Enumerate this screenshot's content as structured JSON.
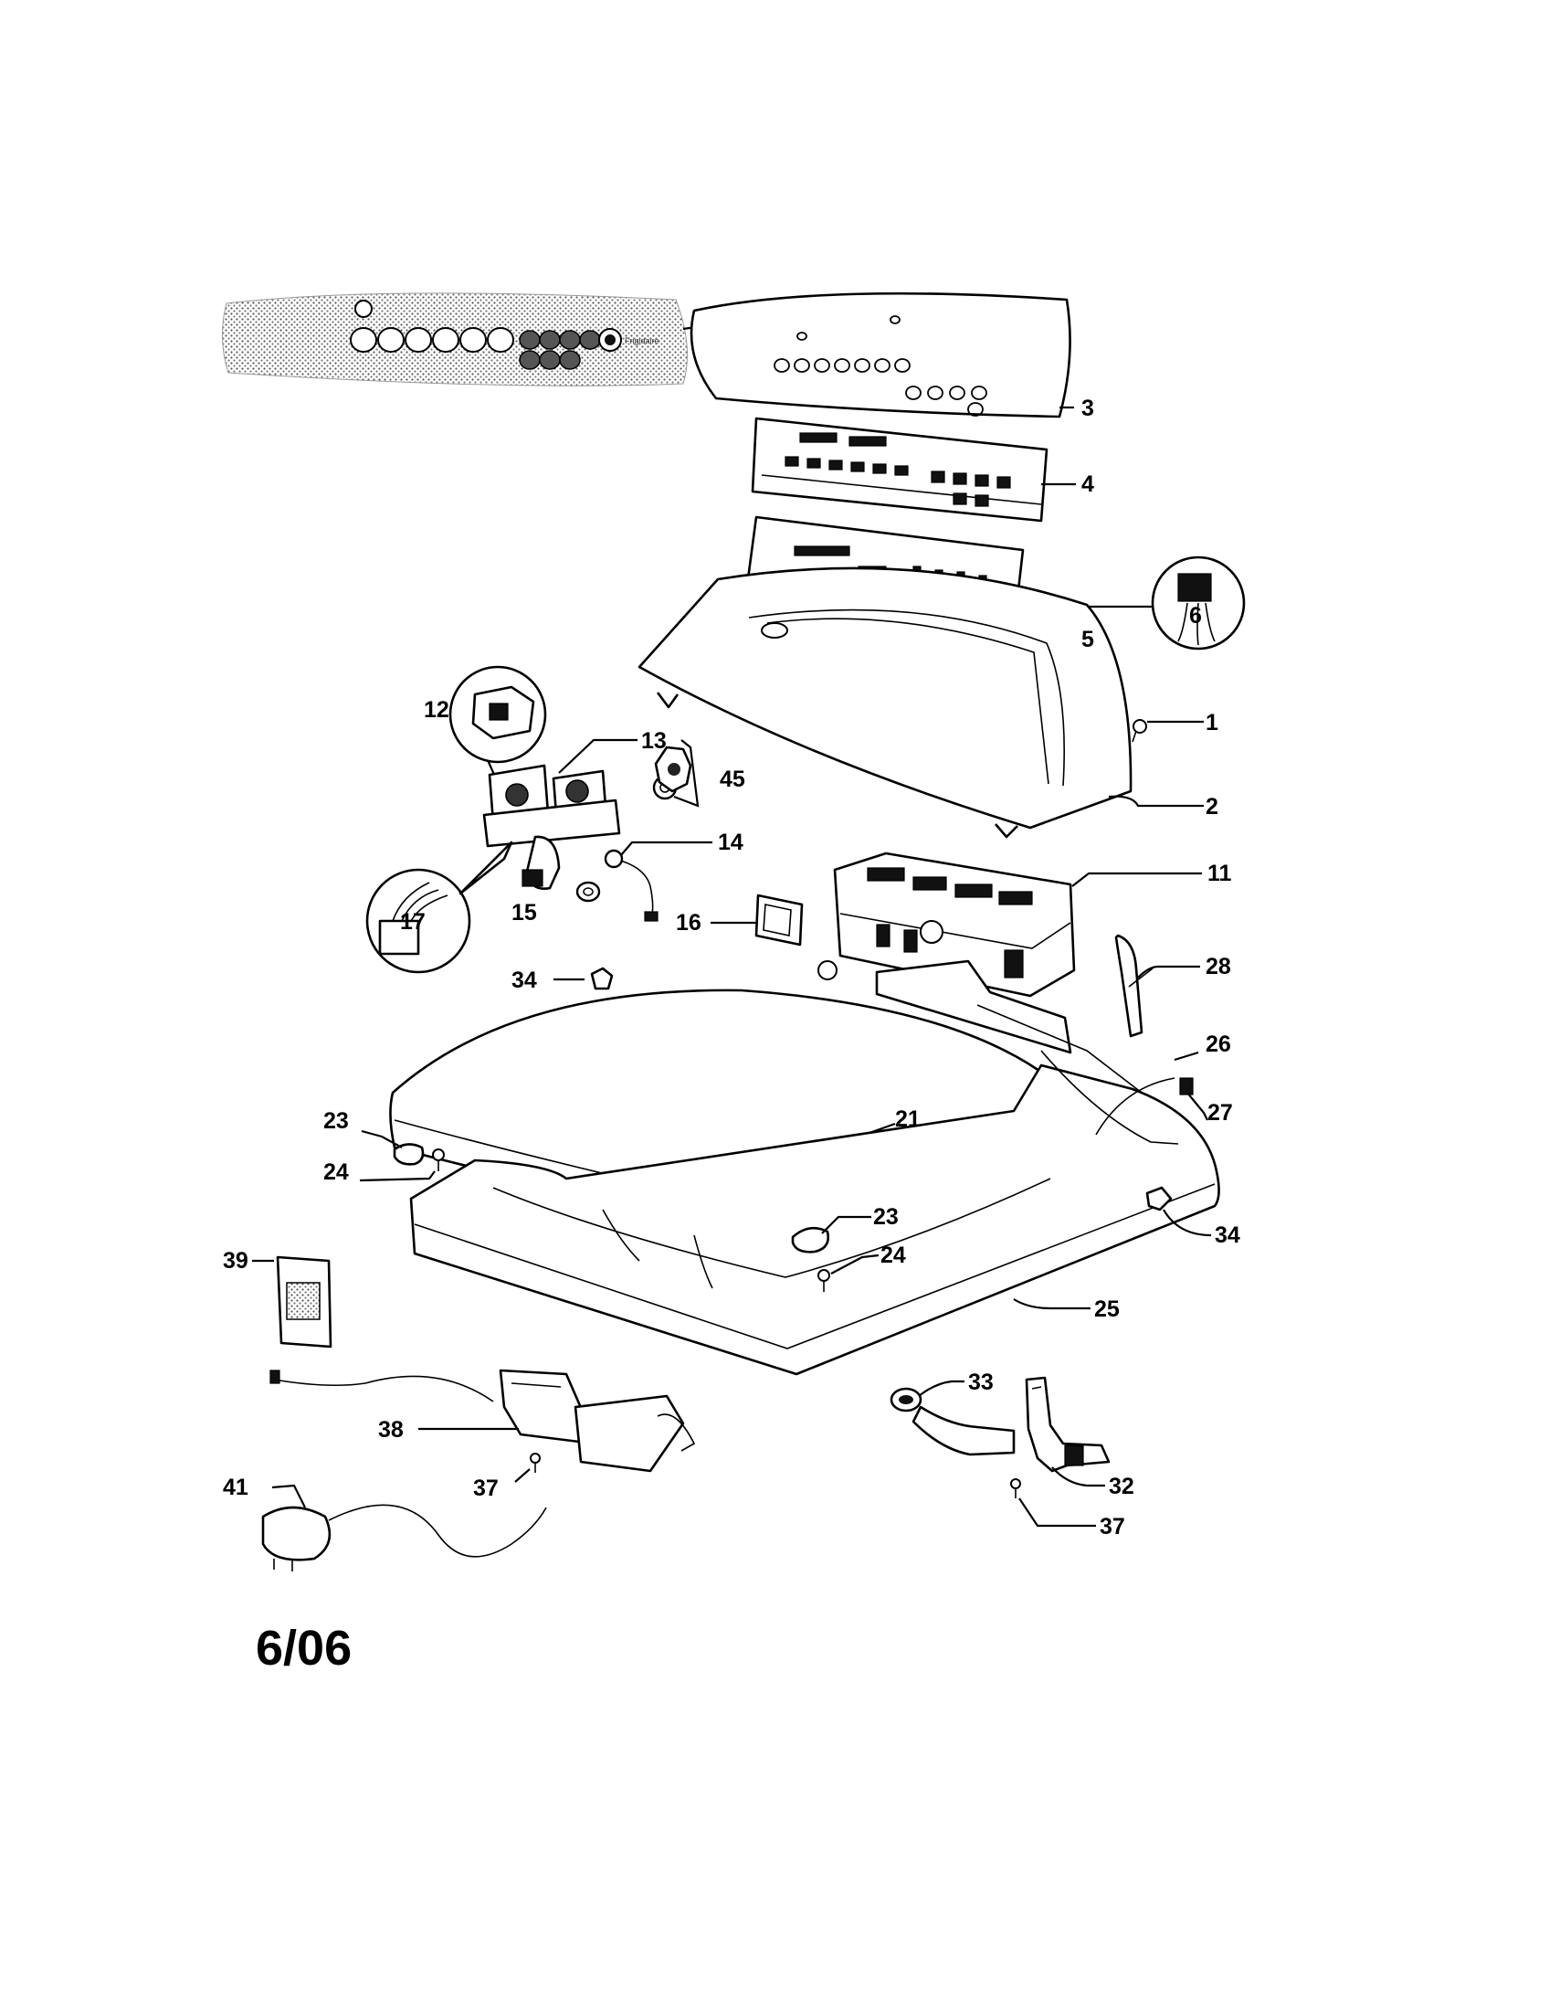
{
  "diagram": {
    "date_code": "6/06",
    "overlay_brand": "Frigidaire",
    "callouts": [
      {
        "id": "c1",
        "label": "1"
      },
      {
        "id": "c2",
        "label": "2"
      },
      {
        "id": "c3",
        "label": "3"
      },
      {
        "id": "c4",
        "label": "4"
      },
      {
        "id": "c5",
        "label": "5"
      },
      {
        "id": "c6",
        "label": "6"
      },
      {
        "id": "c11",
        "label": "11"
      },
      {
        "id": "c12",
        "label": "12"
      },
      {
        "id": "c13",
        "label": "13"
      },
      {
        "id": "c14",
        "label": "14"
      },
      {
        "id": "c15",
        "label": "15"
      },
      {
        "id": "c16",
        "label": "16"
      },
      {
        "id": "c17",
        "label": "17"
      },
      {
        "id": "c21",
        "label": "21"
      },
      {
        "id": "c23a",
        "label": "23"
      },
      {
        "id": "c23b",
        "label": "23"
      },
      {
        "id": "c24a",
        "label": "24"
      },
      {
        "id": "c24b",
        "label": "24"
      },
      {
        "id": "c25",
        "label": "25"
      },
      {
        "id": "c26",
        "label": "26"
      },
      {
        "id": "c27",
        "label": "27"
      },
      {
        "id": "c28",
        "label": "28"
      },
      {
        "id": "c32",
        "label": "32"
      },
      {
        "id": "c33",
        "label": "33"
      },
      {
        "id": "c34a",
        "label": "34"
      },
      {
        "id": "c34b",
        "label": "34"
      },
      {
        "id": "c37a",
        "label": "37"
      },
      {
        "id": "c37b",
        "label": "37"
      },
      {
        "id": "c38",
        "label": "38"
      },
      {
        "id": "c39",
        "label": "39"
      },
      {
        "id": "c41",
        "label": "41"
      },
      {
        "id": "c45",
        "label": "45"
      }
    ]
  }
}
